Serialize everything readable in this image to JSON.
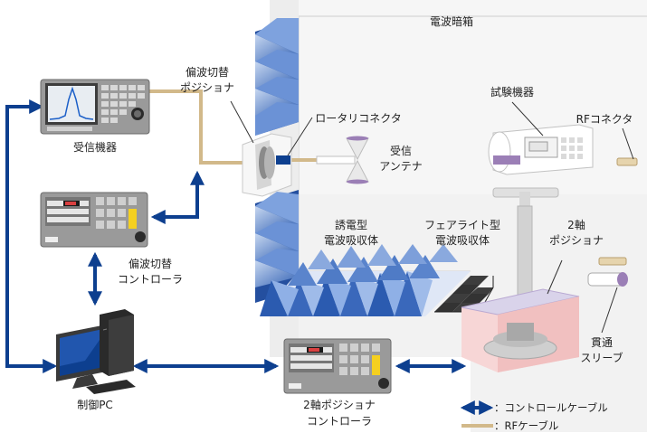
{
  "labels": {
    "chamber": "電波暗箱",
    "pol_positioner": [
      "偏波切替",
      "ポジショナ"
    ],
    "receiver": "受信機器",
    "rotary_connector": "ロータリコネクタ",
    "rx_antenna": [
      "受信",
      "アンテナ"
    ],
    "dut": "試験機器",
    "rf_connector": "RFコネクタ",
    "pol_controller": [
      "偏波切替",
      "コントローラ"
    ],
    "dielectric_absorber": [
      "誘電型",
      "電波吸収体"
    ],
    "ferrite_absorber": [
      "フェアライト型",
      "電波吸収体"
    ],
    "two_axis_positioner": [
      "2軸",
      "ポジショナ"
    ],
    "feedthrough": [
      "貫通",
      "スリーブ"
    ],
    "control_pc": "制御PC",
    "two_axis_controller": [
      "2軸ポジショナ",
      "コントローラ"
    ]
  },
  "legend": {
    "control_cable": "：コントロールケーブル",
    "rf_cable": "：RFケーブル"
  },
  "colors": {
    "control_cable": "#0d3f8f",
    "rf_cable": "#d2b98a",
    "absorber_blue": "#2f5fb3",
    "positioner_platform": "#f2c9c9",
    "dut_violet": "#9b7fb6"
  }
}
